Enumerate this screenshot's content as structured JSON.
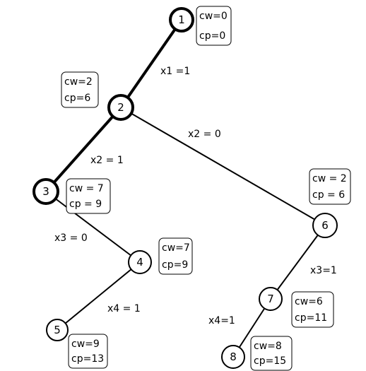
{
  "nodes": [
    {
      "id": "1",
      "label": "1",
      "cw": "cw=0",
      "cp": "cp=0"
    },
    {
      "id": "2",
      "label": "2",
      "cw": "cw=2",
      "cp": "cp=6"
    },
    {
      "id": "3",
      "label": "3",
      "cw": "cw = 7",
      "cp": "cp = 9"
    },
    {
      "id": "4",
      "label": "4",
      "cw": "cw=7",
      "cp": "cp=9"
    },
    {
      "id": "5",
      "label": "5",
      "cw": "cw=9",
      "cp": "cp=13"
    },
    {
      "id": "6",
      "label": "6",
      "cw": "cw = 2",
      "cp": "cp = 6"
    },
    {
      "id": "7",
      "label": "7",
      "cw": "cw=6",
      "cp": "cp=11"
    },
    {
      "id": "8",
      "label": "8",
      "cw": "cw=8",
      "cp": "cp=15"
    }
  ],
  "edges": [
    {
      "from": "1",
      "to": "2",
      "label": "x1 =1",
      "bold": true
    },
    {
      "from": "2",
      "to": "3",
      "label": "x2 = 1",
      "bold": true
    },
    {
      "from": "2",
      "to": "6",
      "label": "x2 = 0",
      "bold": false
    },
    {
      "from": "3",
      "to": "4",
      "label": "x3 = 0",
      "bold": false
    },
    {
      "from": "4",
      "to": "5",
      "label": "x4 = 1",
      "bold": false
    },
    {
      "from": "6",
      "to": "7",
      "label": "x3=1",
      "bold": false
    },
    {
      "from": "7",
      "to": "8",
      "label": "x4=1",
      "bold": false
    }
  ],
  "boldNodes": [
    "1",
    "2",
    "3"
  ]
}
